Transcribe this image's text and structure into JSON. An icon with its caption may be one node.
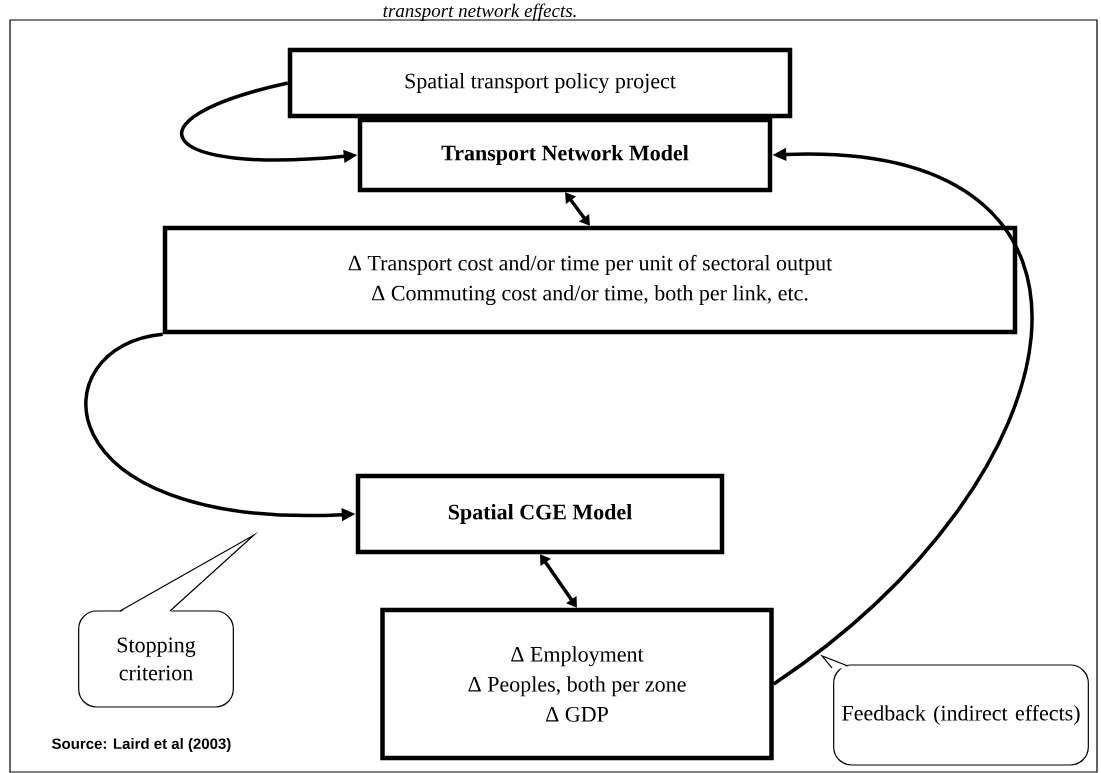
{
  "diagram": {
    "caption": "transport network effects.",
    "nodes": [
      {
        "text": [
          "Spatial transport policy project"
        ]
      },
      {
        "text": [
          "**Transport Network Model**"
        ]
      },
      {
        "text": [
          "Δ Transport cost and/or time per unit of sectoral output",
          "Δ Commuting cost and/or time, both per link, etc."
        ]
      },
      {
        "text": [
          "**Spatial CGE Model**"
        ]
      },
      {
        "text": [
          "Δ Employment",
          "Δ Peoples, both per zone",
          "Δ GDP"
        ]
      },
      {
        "text": [
          "Stopping criterion"
        ]
      },
      {
        "text": [
          "Feedback (indirect effects)"
        ]
      }
    ],
    "edges": [
      {
        "from": 0,
        "to": 1,
        "arrow": "to"
      },
      {
        "from": 1,
        "to": 2,
        "arrow": "both"
      },
      {
        "from": 2,
        "to": 3,
        "arrow": "to"
      },
      {
        "from": 3,
        "to": 4,
        "arrow": "both"
      },
      {
        "from": 4,
        "to": 1,
        "arrow": "to"
      }
    ],
    "labels": [
      "Source: Laird et al (2003)"
    ]
  }
}
